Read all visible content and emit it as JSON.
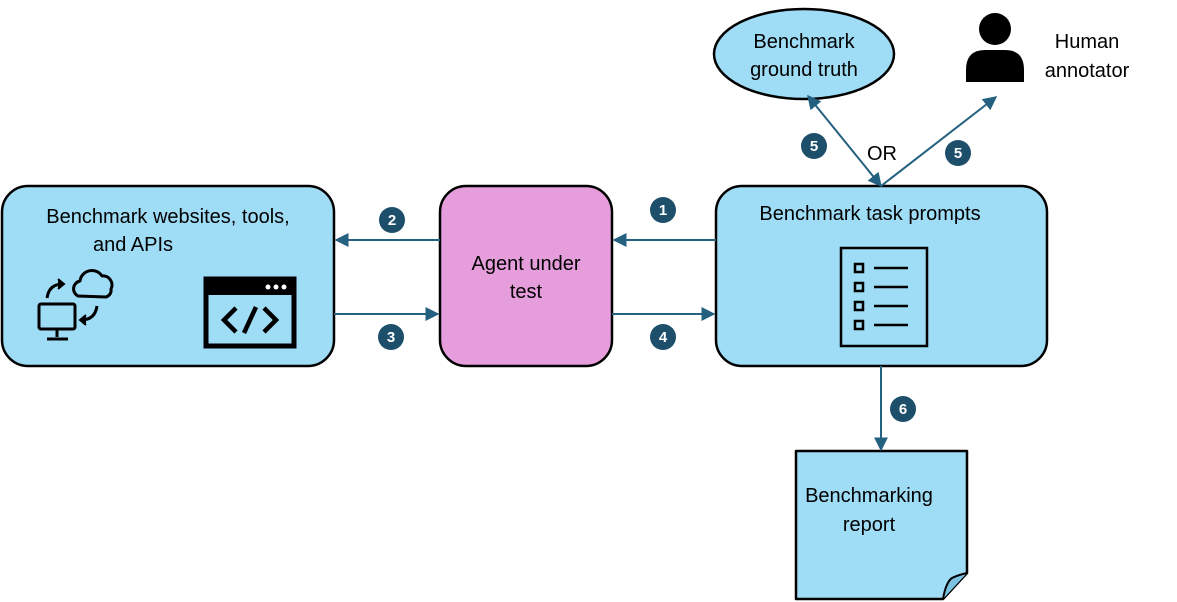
{
  "colors": {
    "box_fill": "#9fdcf6",
    "agent_fill": "#e59edb",
    "stroke": "#000000",
    "arrow": "#24607f",
    "badge": "#1d4e6a",
    "icon": "#000000"
  },
  "nodes": {
    "websites": {
      "line1": "Benchmark websites, tools,",
      "line2": "and APIs"
    },
    "agent": {
      "line1": "Agent under",
      "line2": "test"
    },
    "prompts": {
      "title": "Benchmark task prompts"
    },
    "ground_truth": {
      "line1": "Benchmark",
      "line2": "ground truth"
    },
    "human": {
      "line1": "Human",
      "line2": "annotator"
    },
    "report": {
      "line1": "Benchmarking",
      "line2": "report"
    }
  },
  "or_label": "OR",
  "steps": {
    "s1": "1",
    "s2": "2",
    "s3": "3",
    "s4": "4",
    "s5a": "5",
    "s5b": "5",
    "s6": "6"
  },
  "icons": {
    "sync": "computer-cloud-sync-icon",
    "code": "code-window-icon",
    "checklist": "checklist-icon",
    "person": "person-icon"
  }
}
